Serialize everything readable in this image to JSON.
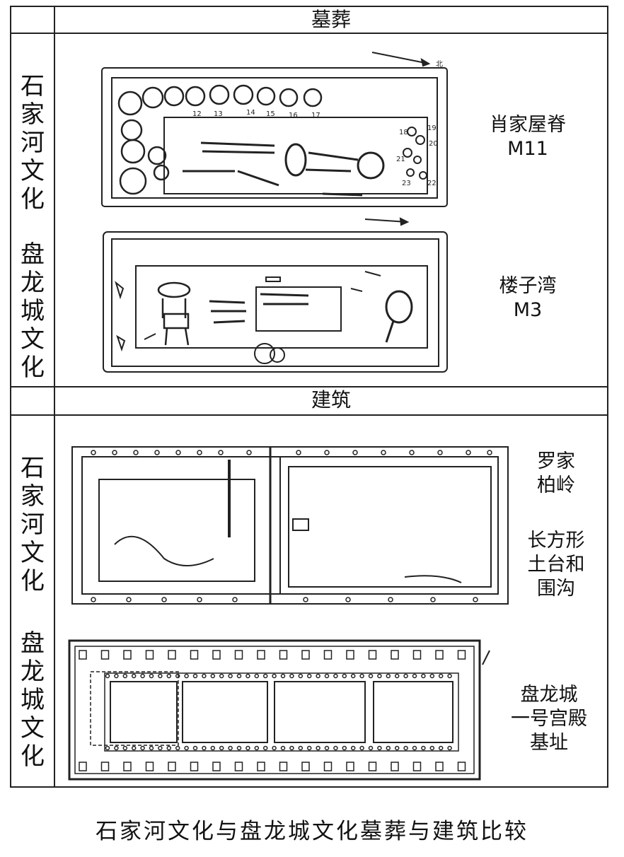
{
  "sections": {
    "burial": {
      "header": "墓葬"
    },
    "architecture": {
      "header": "建筑"
    }
  },
  "rows": {
    "culture_a": "石家河文化",
    "culture_b": "盘龙城文化"
  },
  "captions": {
    "burial_a": "肖家屋脊\nM11",
    "burial_b": "楼子湾\nM3",
    "arch_a_1": "罗家\n柏岭",
    "arch_a_2": "长方形\n土台和\n围沟",
    "arch_b": "盘龙城\n一号宫殿\n基址"
  },
  "figure_labels": {
    "north": "北",
    "artifact_numbers": [
      "12",
      "13",
      "14",
      "15",
      "16",
      "17",
      "18",
      "19",
      "20",
      "21",
      "22",
      "23"
    ]
  },
  "footer": {
    "title": "石家河文化与盘龙城文化墓葬与建筑比较"
  }
}
